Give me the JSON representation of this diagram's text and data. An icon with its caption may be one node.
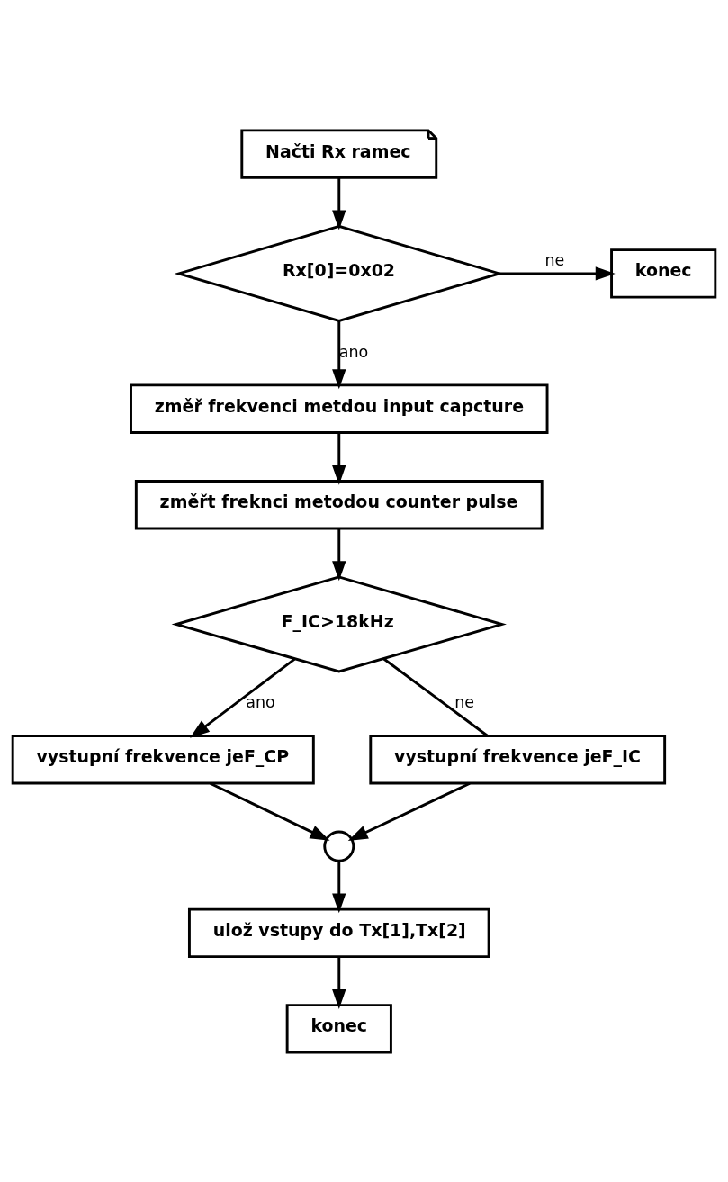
{
  "diagram": {
    "nodes": [
      {
        "text": [
          "Načti Rx ramec"
        ]
      },
      {
        "text": [
          "Rx[0]=0x02"
        ]
      },
      {
        "text": [
          "konec"
        ]
      },
      {
        "text": [
          "změř frekvenci metdou input capcture"
        ]
      },
      {
        "text": [
          "změřt freknci metodou counter pulse"
        ]
      },
      {
        "text": [
          "F_IC>18kHz"
        ]
      },
      {
        "text": [
          "vystupní frekvence jeF_CP"
        ]
      },
      {
        "text": [
          "vystupní frekvence jeF_IC"
        ]
      },
      {
        "text": [],
        "shape": "circle"
      },
      {
        "text": [
          "ulož vstupy do Tx[1],Tx[2]"
        ]
      },
      {
        "text": [
          "konec"
        ]
      }
    ],
    "edges": [
      {
        "from": 0,
        "to": 1,
        "arrow": "to"
      },
      {
        "from": 1,
        "to": 2,
        "arrow": "to",
        "label": "ne"
      },
      {
        "from": 1,
        "to": 3,
        "arrow": "to",
        "label": "ano"
      },
      {
        "from": 3,
        "to": 4,
        "arrow": "to"
      },
      {
        "from": 4,
        "to": 5,
        "arrow": "to"
      },
      {
        "from": 5,
        "to": 6,
        "arrow": "to",
        "label": "ano"
      },
      {
        "from": 5,
        "to": 7,
        "arrow": "none",
        "label": "ne"
      },
      {
        "from": 6,
        "to": 8,
        "arrow": "to"
      },
      {
        "from": 7,
        "to": 8,
        "arrow": "to"
      },
      {
        "from": 8,
        "to": 9,
        "arrow": "to"
      },
      {
        "from": 9,
        "to": 10,
        "arrow": "to"
      }
    ]
  }
}
